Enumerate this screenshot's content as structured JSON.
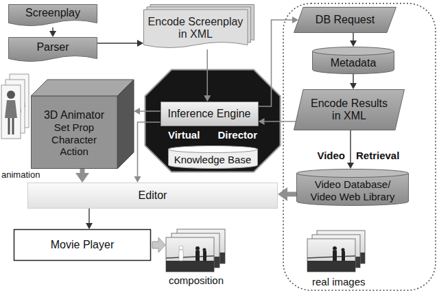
{
  "diagram": {
    "nodes": [
      {
        "text": [
          "Screenplay"
        ]
      },
      {
        "text": [
          "Parser"
        ]
      },
      {
        "text": [
          "Encode Screenplay in XML"
        ]
      },
      {
        "text": [
          "3D Animator",
          "Set Prop Character Action"
        ]
      },
      {
        "text": [
          "Virtual Director"
        ]
      },
      {
        "text": [
          "Inference Engine"
        ],
        "in": 4
      },
      {
        "text": [
          "Knowledge Base"
        ],
        "in": 4
      },
      {
        "text": [
          "Video",
          "Retrieval"
        ]
      },
      {
        "text": [
          "DB Request"
        ],
        "in": 7
      },
      {
        "text": [
          "Metadata"
        ],
        "in": 7
      },
      {
        "text": [
          "Encode Results in XML"
        ],
        "in": 7
      },
      {
        "text": [
          "Video Database/ Video Web Library"
        ],
        "in": 7
      },
      {
        "text": [
          "Editor"
        ]
      },
      {
        "text": [
          "Movie Player"
        ]
      }
    ],
    "edges": [
      {
        "from": 0,
        "to": 1,
        "arrow": "to"
      },
      {
        "from": 1,
        "to": 2,
        "arrow": "to"
      },
      {
        "from": 2,
        "to": 5,
        "arrow": "to"
      },
      {
        "from": 5,
        "to": 8,
        "arrow": "to"
      },
      {
        "from": 8,
        "to": 9,
        "arrow": "to"
      },
      {
        "from": 9,
        "to": 10,
        "arrow": "to"
      },
      {
        "from": 10,
        "to": 5,
        "arrow": "to"
      },
      {
        "from": 10,
        "to": 11,
        "arrow": "to"
      },
      {
        "from": 11,
        "to": 12,
        "arrow": "to"
      },
      {
        "from": 3,
        "to": 12,
        "arrow": "to"
      },
      {
        "from": 5,
        "to": 3,
        "arrow": "to"
      },
      {
        "from": 5,
        "to": 12,
        "arrow": "to"
      },
      {
        "from": 12,
        "to": 13,
        "arrow": "to"
      }
    ],
    "labels": [
      "animation",
      "composition",
      "real images"
    ]
  }
}
